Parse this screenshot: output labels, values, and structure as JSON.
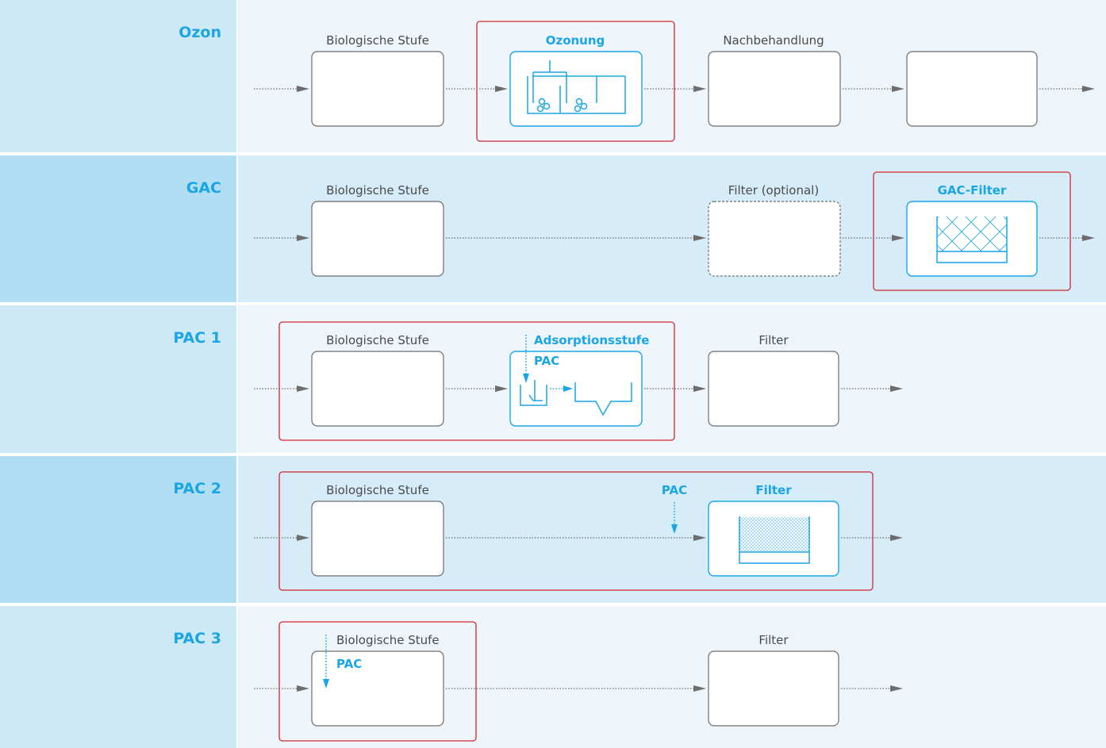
{
  "rows": {
    "ozon": {
      "label": "Ozon",
      "stage1": "Biologische Stufe",
      "stage2": "Ozonung",
      "stage3": "Nachbehandlung"
    },
    "gac": {
      "label": "GAC",
      "stage1": "Biologische Stufe",
      "stage2": "Filter (optional)",
      "stage3": "GAC-Filter"
    },
    "pac1": {
      "label": "PAC 1",
      "stage1": "Biologische Stufe",
      "stage2": "Adsorptionsstufe",
      "dosing": "PAC",
      "stage3": "Filter"
    },
    "pac2": {
      "label": "PAC 2",
      "stage1": "Biologische Stufe",
      "dosing": "PAC",
      "stage2": "Filter"
    },
    "pac3": {
      "label": "PAC 3",
      "stage1": "Biologische Stufe",
      "dosing": "PAC",
      "stage2": "Filter"
    }
  },
  "colors": {
    "accent": "#1aa6e6",
    "highlight_frame": "#d2262f",
    "box_border": "#6d6d6d",
    "text": "#4a4a4a"
  }
}
